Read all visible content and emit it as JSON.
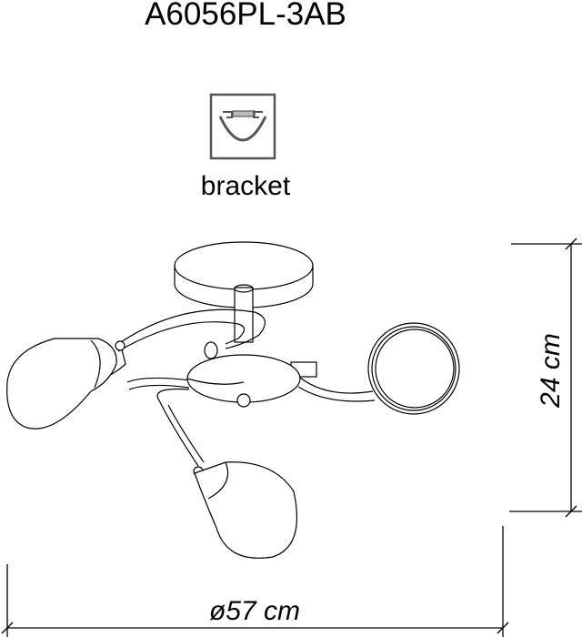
{
  "title": "A6056PL-3AB",
  "bracket": {
    "label": "bracket",
    "icon": "bracket-icon"
  },
  "dimensions": {
    "height": "24 cm",
    "diameter": "ø57 cm"
  }
}
